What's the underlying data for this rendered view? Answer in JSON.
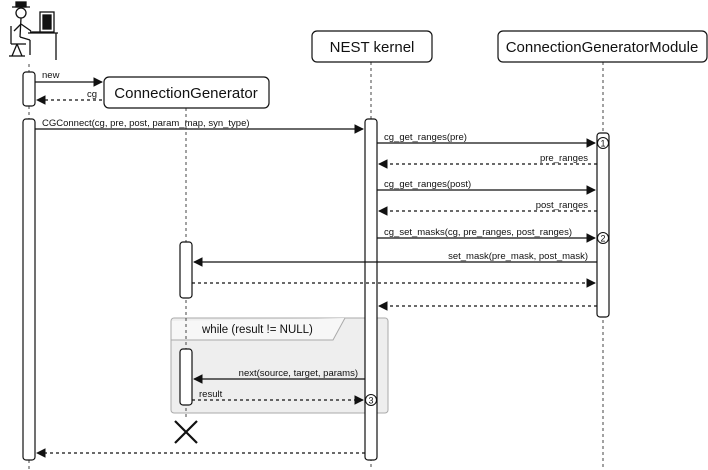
{
  "participants": {
    "user": {
      "name": ""
    },
    "connection_generator": {
      "name": "ConnectionGenerator"
    },
    "nest_kernel": {
      "name": "NEST kernel"
    },
    "cg_module": {
      "name": "ConnectionGeneratorModule"
    }
  },
  "messages": {
    "new": "new",
    "cg": "cg",
    "cgconnect": "CGConnect(cg, pre, post, param_map, syn_type)",
    "cg_get_ranges_pre": "cg_get_ranges(pre)",
    "pre_ranges": "pre_ranges",
    "cg_get_ranges_post": "cg_get_ranges(post)",
    "post_ranges": "post_ranges",
    "cg_set_masks": "cg_set_masks(cg, pre_ranges, post_ranges)",
    "set_mask": "set_mask(pre_mask, post_mask)",
    "next": "next(source, target, params)",
    "result": "result"
  },
  "loop": {
    "label": "while (result != NULL)"
  },
  "markers": [
    "1",
    "2",
    "3"
  ],
  "colors": {
    "line": "#111111",
    "lifeline": "#444444",
    "loop_fill": "#eeeeee",
    "loop_border": "#aaaaaa"
  }
}
